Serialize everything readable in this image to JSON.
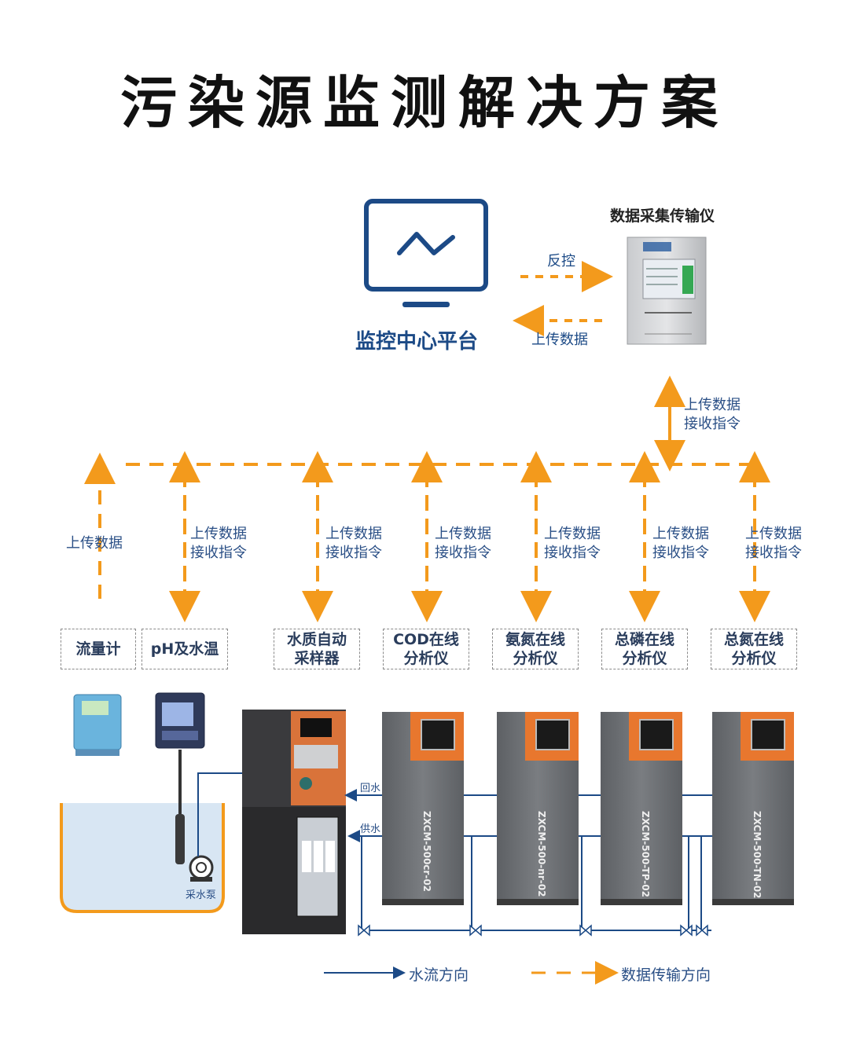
{
  "title": "污染源监测解决方案",
  "center": {
    "label": "监控中心平台",
    "reverse_control": "反控",
    "upload": "上传数据"
  },
  "collector": {
    "label": "数据采集传输仪",
    "upload": "上传数据",
    "receive": "接收指令"
  },
  "devices": [
    {
      "name": "流量计",
      "up": "上传数据",
      "down": ""
    },
    {
      "name": "pH及水温",
      "up": "上传数据",
      "down": "接收指令"
    },
    {
      "name": "水质自动采样器",
      "line1": "水质自动",
      "line2": "采样器",
      "up": "上传数据",
      "down": "接收指令"
    },
    {
      "line1": "COD在线",
      "line2": "分析仪",
      "up": "上传数据",
      "down": "接收指令"
    },
    {
      "line1": "氨氮在线",
      "line2": "分析仪",
      "up": "上传数据",
      "down": "接收指令"
    },
    {
      "line1": "总磷在线",
      "line2": "分析仪",
      "up": "上传数据",
      "down": "接收指令"
    },
    {
      "line1": "总氮在线",
      "line2": "分析仪",
      "up": "上传数据",
      "down": "接收指令"
    }
  ],
  "piping": {
    "return_water": "回水",
    "supply_water": "供水",
    "pump": "采水泵"
  },
  "analyzer_models": [
    "ZXCM-500cr-02",
    "ZXCM-500-nr-02",
    "ZXCM-500-TP-02",
    "ZXCM-500-TN-02"
  ],
  "legend": {
    "water_flow": "水流方向",
    "data_flow": "数据传输方向"
  },
  "colors": {
    "orange": "#f39a1c",
    "blue": "#1c4a86",
    "cabinet": "#6d6f73",
    "cabinet_orange": "#e8772e"
  }
}
